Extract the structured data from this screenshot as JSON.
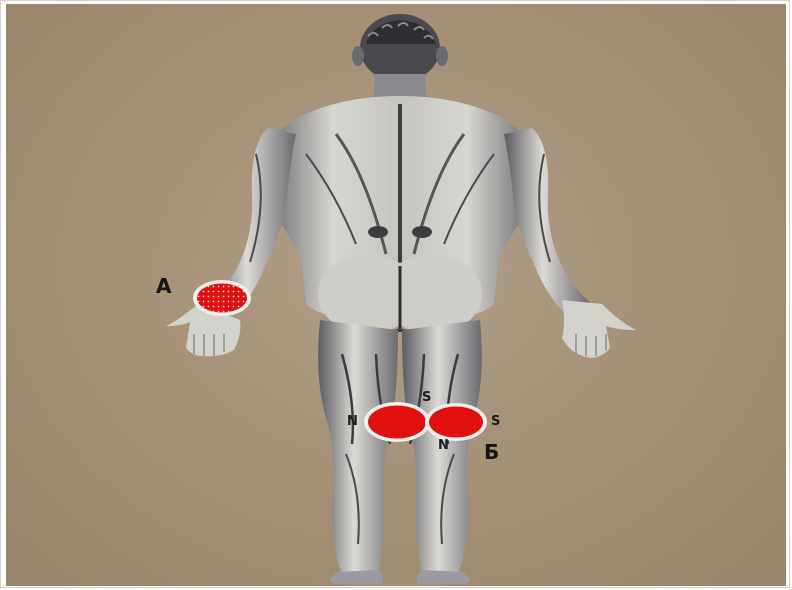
{
  "labels": {
    "point_a": "А",
    "point_b": "Б"
  },
  "poles": {
    "left_magnet_north": "N",
    "left_magnet_south": "S",
    "right_magnet_north": "N",
    "right_magnet_south": "S"
  },
  "colors": {
    "background": "#a38f74",
    "magnet_red": "#e01010",
    "magnet_rim": "#f2f0ea",
    "figure_light": "#e4e2dc",
    "figure_shadow": "#3c3c40"
  }
}
